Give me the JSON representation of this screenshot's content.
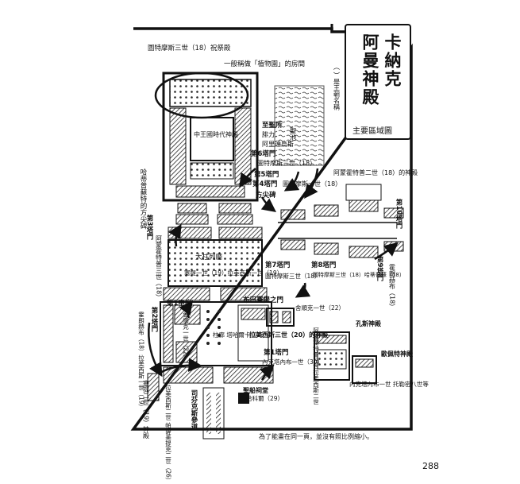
{
  "page_number": "288",
  "title": {
    "col1": "卡納克",
    "col2": "阿曼神殿",
    "subtitle": "主要區域圖"
  },
  "side_note": "（ ）是王朝名稱",
  "footnote": "為了能畫在同一頁，並沒有照比例縮小。",
  "labels": {
    "festival_hall": "圖特摩斯三世（18）祝祭殿",
    "botanical_room": "一般稱做「植物園」的房間",
    "middle_kingdom": "中王國時代神殿",
    "sanctuary_l1": "至聖所",
    "sanctuary_l2": "腓力．",
    "sanctuary_l3": "阿里達烏斯",
    "sacred_lake": "聖池",
    "hatshepsut_obelisk": "哈蒂普蘇特的方尖碑",
    "pylon6": "第6塔門",
    "pylon6_king": "圖特摩斯三世（18）",
    "pylon5": "第5塔門",
    "pylon4": "第4塔門",
    "pylon45_king": "圖特摩斯一世（18）",
    "obelisk": "方尖碑",
    "pylon3": "第3塔門",
    "pylon3_king": "阿蒙霍特普三世（18）",
    "hypostyle": "大柱列廳",
    "seti_ramesses": "塞提一世（19）拉美西斯一世（19）",
    "amenhotep2_temple": "阿蒙霍特普二世（18）的神殿",
    "pylon7": "第7塔門",
    "pylon7_king": "圖特摩斯三世（18）",
    "pylon8": "第8塔門",
    "pylon8_king": "圖特摩斯三世（18）哈蒂普蘇（18）",
    "pylon9": "第9塔門",
    "pylon9_king": "霍朗赫布（18）",
    "pylon10": "第10塔門",
    "pylon2": "第2塔門",
    "pylon2_king": "霍朗赫布（18）拉美西斯一世（19）",
    "forecourt": "第1中庭",
    "shoshenq": "舍順克一世（22）",
    "bubastite": "布巴賽提之門",
    "colonnade": "柱廊 塔哈爾卡（25）",
    "ramesses3_temple": "拉美西斯三世（20）的神殿",
    "pylon1": "第1塔門",
    "pylon1_king": "內克塔內布一世（30）",
    "amenhotep3_ramesses": "阿蒙霍特普三世拉美西斯二世",
    "khonsu_temple": "孔斯神殿",
    "opet_temple": "歐佩特神殿",
    "opet_king": "內克塔內布一世 托勒密八世等",
    "seti2_temple": "塞提二世（19）神殿",
    "ramesses2_psamtik": "拉美西斯二世 帕薩美提克二世（26）",
    "sphinx_avenue": "司芬克斯參道",
    "sacred_boat": "聖船祠堂",
    "hakor": "哈科爾（29）"
  }
}
